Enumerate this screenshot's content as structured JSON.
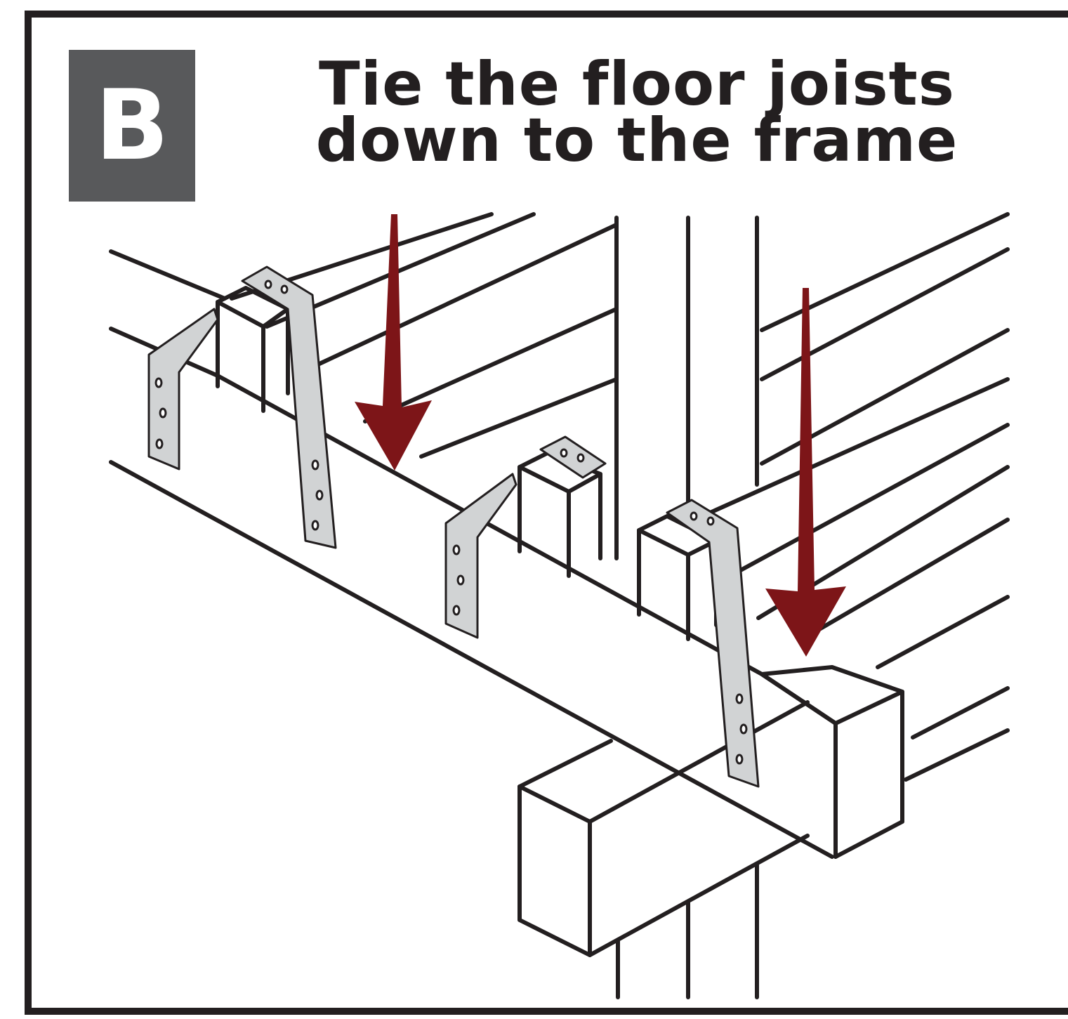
{
  "step": {
    "letter": "B",
    "badge_color": "#58595b"
  },
  "title": {
    "line1": "Tie the floor joists",
    "line2": "down to the frame"
  },
  "colors": {
    "outline": "#231f20",
    "arrow": "#7d1518",
    "strap": "#d1d3d4",
    "border": "#231f20"
  },
  "icons": {
    "arrow": "down-arrow-icon",
    "strap": "metal-tie-strap"
  }
}
